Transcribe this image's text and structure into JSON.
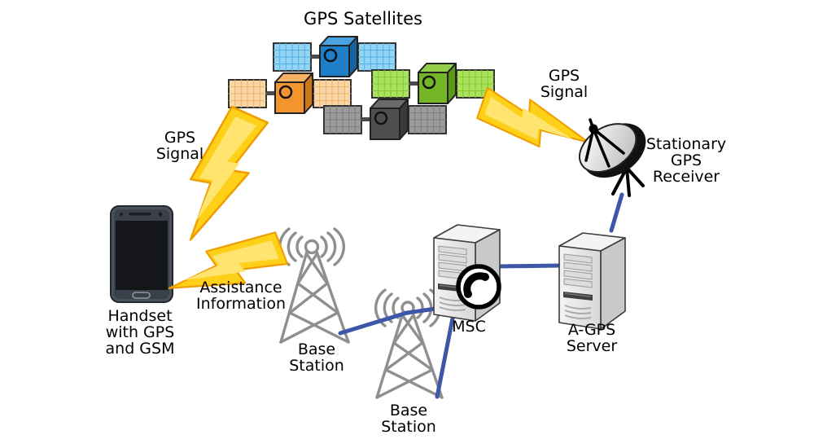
{
  "diagram": {
    "title": "GPS Satellites",
    "labels": {
      "gps_signal_left": "GPS\nSignal",
      "gps_signal_right": "GPS\nSignal",
      "assistance_information": "Assistance\nInformation",
      "handset": "Handset\nwith GPS\nand GSM",
      "base_station_1": "Base\nStation",
      "base_station_2": "Base\nStation",
      "msc": "MSC",
      "agps_server": "A-GPS\nServer",
      "stationary_gps_receiver": "Stationary\nGPS\nReceiver"
    },
    "icons": [
      "gps-satellite-blue-icon",
      "gps-satellite-orange-icon",
      "gps-satellite-green-icon",
      "gps-satellite-gray-icon",
      "lightning-bolt-icon",
      "handset-phone-icon",
      "base-station-tower-icon",
      "msc-server-icon",
      "telephone-badge-icon",
      "agps-server-icon",
      "satellite-dish-icon"
    ],
    "connections": [
      {
        "from": "base-station-1",
        "to": "msc",
        "via": "base-station-2-top"
      },
      {
        "from": "msc",
        "to": "base-station-2"
      },
      {
        "from": "msc",
        "to": "a-gps-server"
      },
      {
        "from": "a-gps-server",
        "to": "stationary-gps-receiver"
      }
    ],
    "signals": [
      {
        "label": "GPS Signal",
        "from": "gps-satellites",
        "to": "handset"
      },
      {
        "label": "GPS Signal",
        "from": "gps-satellites",
        "to": "stationary-gps-receiver"
      },
      {
        "label": "Assistance Information",
        "from": "base-station-1",
        "to": "handset"
      }
    ],
    "colors": {
      "background": "#ffffff",
      "text": "#000000",
      "connection_line": "#3e56a8",
      "bolt_fill": "#ffd018",
      "bolt_inner": "#ffe570",
      "bolt_stroke": "#ef9d00",
      "satellite_blue": "#1e7ec8",
      "satellite_orange": "#f2952e",
      "satellite_green": "#74b625",
      "satellite_gray": "#4f4f4f",
      "tower_gray": "#8f8f8f",
      "server_front": "#e9e9e9",
      "server_side": "#c9c9c9"
    }
  }
}
